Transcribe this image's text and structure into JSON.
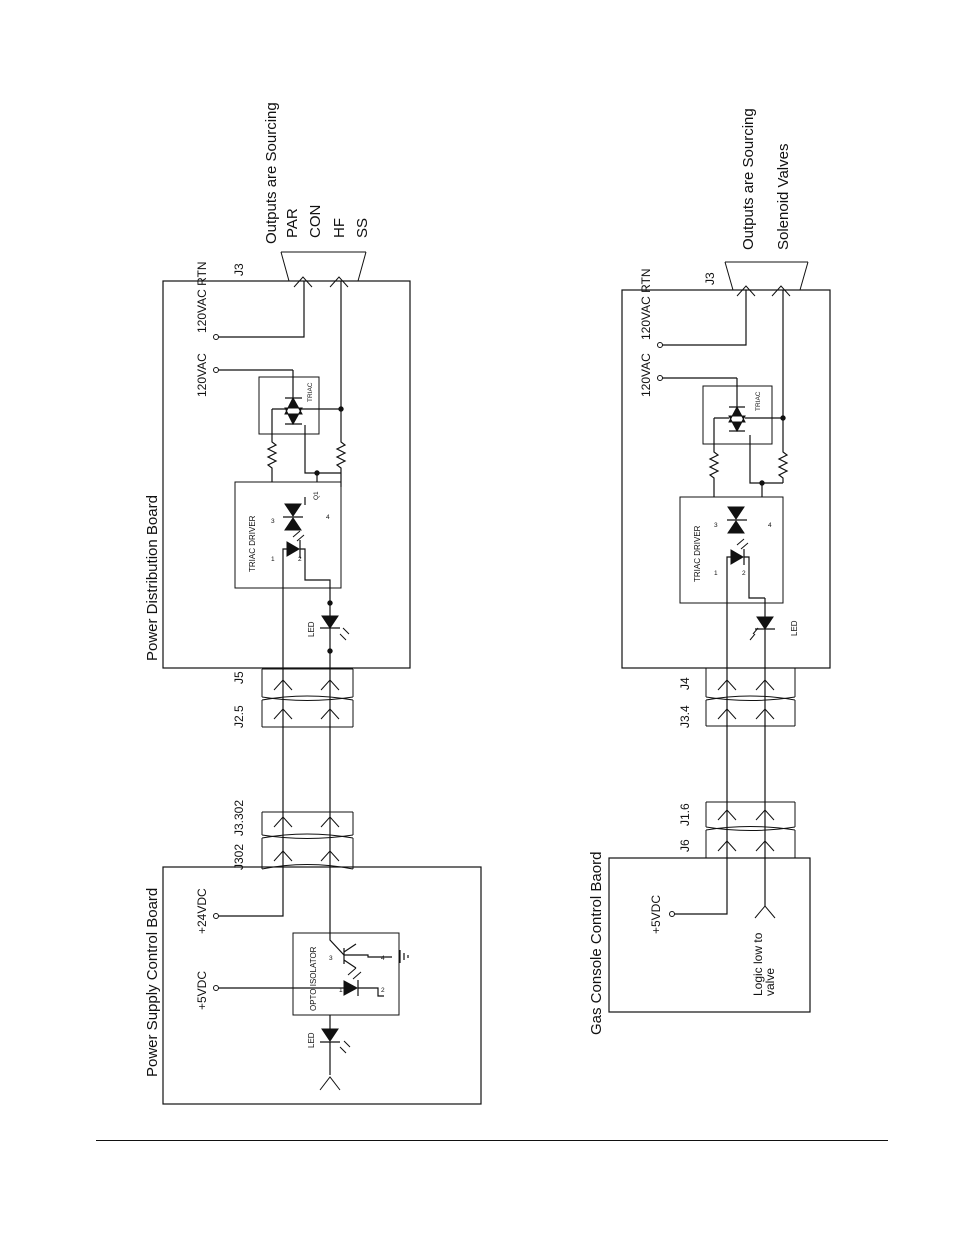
{
  "top": {
    "psu_board": "Power Supply Control Board",
    "pdb_board": "Power Distribution Board",
    "v24": "+24VDC",
    "v5": "+5VDC",
    "vac": "120VAC",
    "vac_rtn": "120VAC RTN",
    "connectors": {
      "j302": "J302",
      "j3302": "J3.302",
      "j25": "J2.5",
      "j5": "J5",
      "j3": "J3"
    },
    "opto": "OPTO ISOLATOR",
    "triac_driver": "TRIAC DRIVER",
    "triac": "TRIAC",
    "led": "LED",
    "q1": "Q1",
    "pins": {
      "p1": "1",
      "p2": "2",
      "p3": "3",
      "p4": "4"
    },
    "outputs_title": "Outputs are Sourcing",
    "outputs": [
      "PAR",
      "CON",
      "HF",
      "SS"
    ]
  },
  "bottom": {
    "gas_board": "Gas Console Control Baord",
    "pdb_board": "",
    "v5": "+5VDC",
    "vac": "120VAC",
    "vac_rtn": "120VAC RTN",
    "connectors": {
      "j6": "J6",
      "j16": "J1.6",
      "j34": "J3.4",
      "j4": "J4",
      "j3": "J3"
    },
    "triac_driver": "TRIAC DRIVER",
    "triac": "TRIAC",
    "led": "LED",
    "pins": {
      "p1": "1",
      "p2": "2",
      "p3": "3",
      "p4": "4"
    },
    "logic_line1": "Logic low to",
    "logic_line2": "valve",
    "outputs_title": "Outputs are Sourcing",
    "outputs_label": "Solenoid Valves"
  },
  "colors": {
    "ink": "#111111",
    "paper": "#ffffff"
  }
}
